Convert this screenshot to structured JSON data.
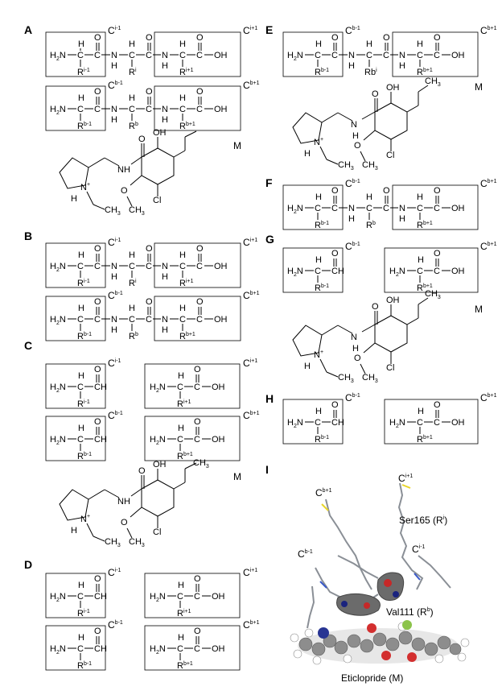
{
  "panels": [
    "A",
    "B",
    "C",
    "D",
    "E",
    "F",
    "G",
    "H",
    "I"
  ],
  "labels": {
    "ci1": "C",
    "ci1_sup": "i-1",
    "cip1_sup": "i+1",
    "cb1_sup": "b-1",
    "cbp1_sup": "b+1",
    "m": "M",
    "ser": "Ser165 (R",
    "val": "Val111 (R",
    "etic": "Eticlopride (M)"
  },
  "chem": {
    "h2n": "H",
    "n": "N",
    "h": "H",
    "c": "C",
    "o": "O",
    "oh": "OH",
    "cl": "Cl",
    "ch3": "CH",
    "r": "R"
  }
}
